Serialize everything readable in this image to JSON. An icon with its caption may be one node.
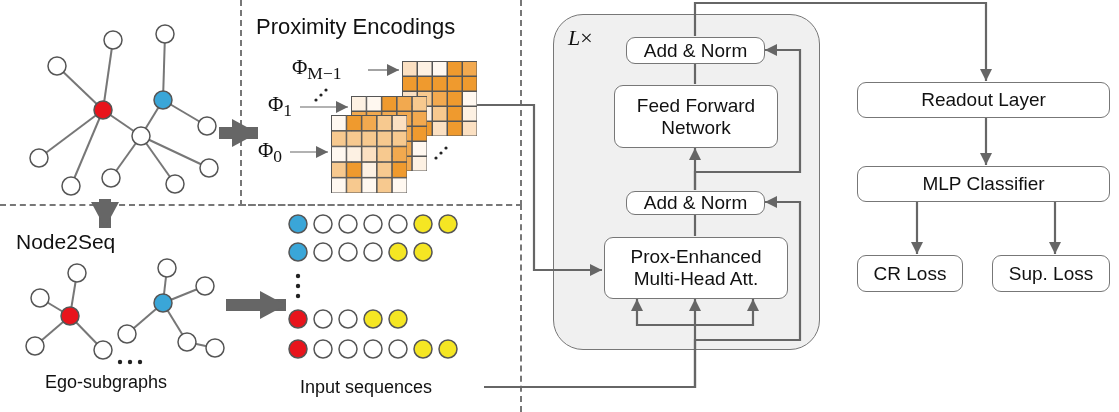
{
  "diagram": {
    "nodes": [
      {
        "text": [],
        "shape": "picture"
      },
      {
        "text": [
          "Proximity Encodings"
        ]
      },
      {
        "text": [
          "Φ$_{0}$"
        ],
        "in": 1
      },
      {
        "text": [
          "Φ$_{1}$"
        ],
        "in": 1
      },
      {
        "text": [
          "Φ$_{M−1}$"
        ],
        "in": 1
      },
      {
        "text": [],
        "shape": "grid",
        "in": 1
      },
      {
        "text": [],
        "shape": "grid",
        "in": 1
      },
      {
        "text": [],
        "shape": "grid",
        "in": 1
      },
      {
        "text": [
          "Node2Seq"
        ]
      },
      {
        "text": [],
        "shape": "picture",
        "in": 8,
        "beside": [
          "Ego-subgraphs"
        ]
      },
      {
        "text": [],
        "shape": "picture",
        "in": 8,
        "beside": [
          "Input sequences"
        ]
      },
      {
        "text": [
          "*L*×"
        ]
      },
      {
        "text": [
          "Add & Norm"
        ],
        "in": 11
      },
      {
        "text": [
          "Feed Forward Network"
        ],
        "in": 11
      },
      {
        "text": [
          "Add & Norm"
        ],
        "in": 11
      },
      {
        "text": [
          "Prox-Enhanced Multi-Head Att."
        ],
        "in": 11
      },
      {
        "text": [
          "Readout Layer"
        ]
      },
      {
        "text": [
          "MLP Classifier"
        ]
      },
      {
        "text": [
          "CR Loss"
        ]
      },
      {
        "text": [
          "Sup. Loss"
        ]
      }
    ],
    "edges": [
      {
        "from": 0,
        "to": 1,
        "arrow": "to",
        "style": "thick"
      },
      {
        "from": 0,
        "to": 8,
        "arrow": "to",
        "style": "thick"
      },
      {
        "from": 9,
        "to": 10,
        "arrow": "to",
        "style": "thick"
      },
      {
        "from": 2,
        "to": 5,
        "arrow": "to"
      },
      {
        "from": 3,
        "to": 6,
        "arrow": "to"
      },
      {
        "from": 4,
        "to": 7,
        "arrow": "to"
      },
      {
        "from": 7,
        "to": 15,
        "arrow": "to"
      },
      {
        "from": 10,
        "to": 15,
        "arrow": "to"
      },
      {
        "from": 10,
        "to": 14,
        "arrow": "to"
      },
      {
        "from": 15,
        "to": 14,
        "arrow": "none"
      },
      {
        "from": 14,
        "to": 13,
        "arrow": "to"
      },
      {
        "from": 14,
        "to": 12,
        "arrow": "to"
      },
      {
        "from": 13,
        "to": 12,
        "arrow": "none"
      },
      {
        "from": 12,
        "to": 16,
        "arrow": "to"
      },
      {
        "from": 16,
        "to": 17,
        "arrow": "to"
      },
      {
        "from": 17,
        "to": 18,
        "arrow": "to"
      },
      {
        "from": 17,
        "to": 19,
        "arrow": "to"
      }
    ]
  }
}
